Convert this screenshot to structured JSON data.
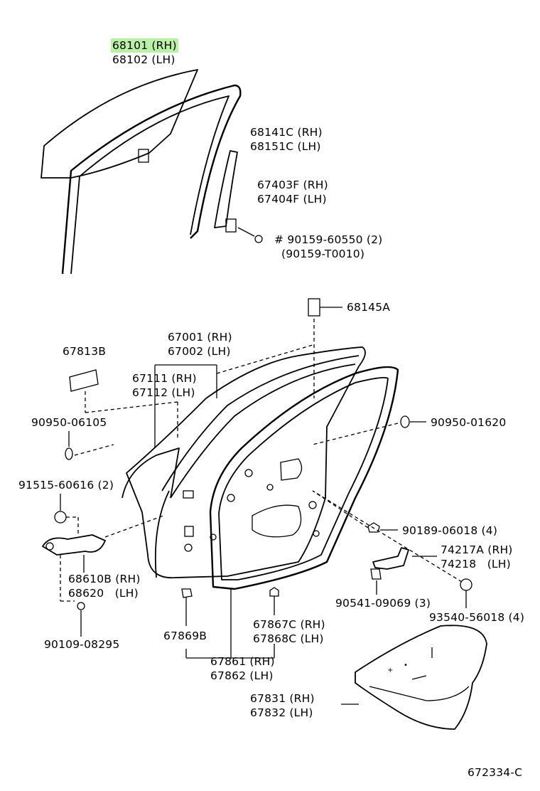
{
  "labels": {
    "glass": {
      "rh": "68101 (RH)",
      "lh": "68102 (LH)"
    },
    "run_channel": {
      "rh": "68141C (RH)",
      "lh": "68151C (LH)"
    },
    "sash": {
      "rh": "67403F (RH)",
      "lh": "67404F (LH)"
    },
    "screw": {
      "line1": "# 90159-60550 (2)",
      "line2": "(90159-T0010)"
    },
    "clip_68145": "68145A",
    "door_panel": {
      "rh": "67001 (RH)",
      "lh": "67002 (LH)"
    },
    "plug_67813": "67813B",
    "outer_panel": {
      "rh": "67111 (RH)",
      "lh": "67112 (LH)"
    },
    "plug_left": "90950-06105",
    "plug_right": "90950-01620",
    "bolt_91515": "91515-60616 (2)",
    "nut_90189": "90189-06018 (4)",
    "hinge_74217": {
      "rh": "74217A (RH)",
      "lh": "74218   (LH)"
    },
    "check": {
      "rh": "68610B (RH)",
      "lh": "68620   (LH)"
    },
    "clip_90541": "90541-09069 (3)",
    "nut_93540": "93540-56018 (4)",
    "bolt_90109": "90109-08295",
    "clip_67869": "67869B",
    "clip_67867": {
      "rh": "67867C (RH)",
      "lh": "67868C (LH)"
    },
    "weatherstrip": {
      "rh": "67861 (RH)",
      "lh": "67862 (LH)"
    },
    "service_cover": {
      "rh": "67831 (RH)",
      "lh": "67832 (LH)"
    },
    "diagram_id": "672334-C"
  },
  "colors": {
    "highlight": "#b9f2a6",
    "ink": "#000000"
  }
}
